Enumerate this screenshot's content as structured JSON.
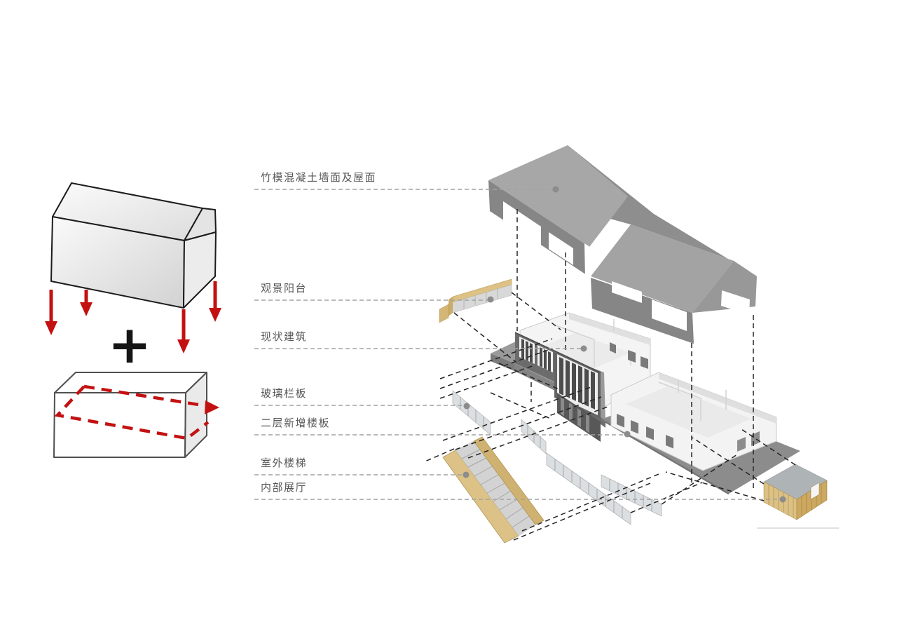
{
  "concept": {
    "plus": "+",
    "description_house": "gabled-house-mass-with-gravity-arrows",
    "description_box": "box-mass-with-circulation-loop"
  },
  "labels": [
    "竹模混凝土墙面及屋面",
    "观景阳台",
    "现状建筑",
    "玻璃栏板",
    "二层新增楼板",
    "室外楼梯",
    "内部展厅"
  ],
  "colors": {
    "accent_red": "#c31111",
    "roof_gray_dark": "#8e8e8e",
    "roof_gray_light": "#a7a7a7",
    "facade_dark": "#6c6c6c",
    "slab_gray": "#8c8c8c",
    "wood_tan": "#dcc287",
    "glass_panel": "#d9dcde",
    "label_text": "#595757",
    "leader_gray": "#a2a2a2",
    "dot_gray": "#8c8c8c",
    "dash_black": "#242424"
  }
}
